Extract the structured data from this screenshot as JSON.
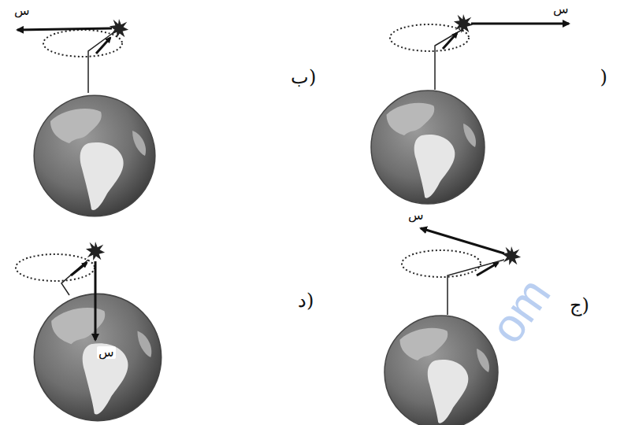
{
  "diagram": {
    "labels": [
      ")",
      "س",
      "ب)",
      "س",
      "ج)",
      "س",
      "د)",
      "س",
      "om"
    ]
  }
}
